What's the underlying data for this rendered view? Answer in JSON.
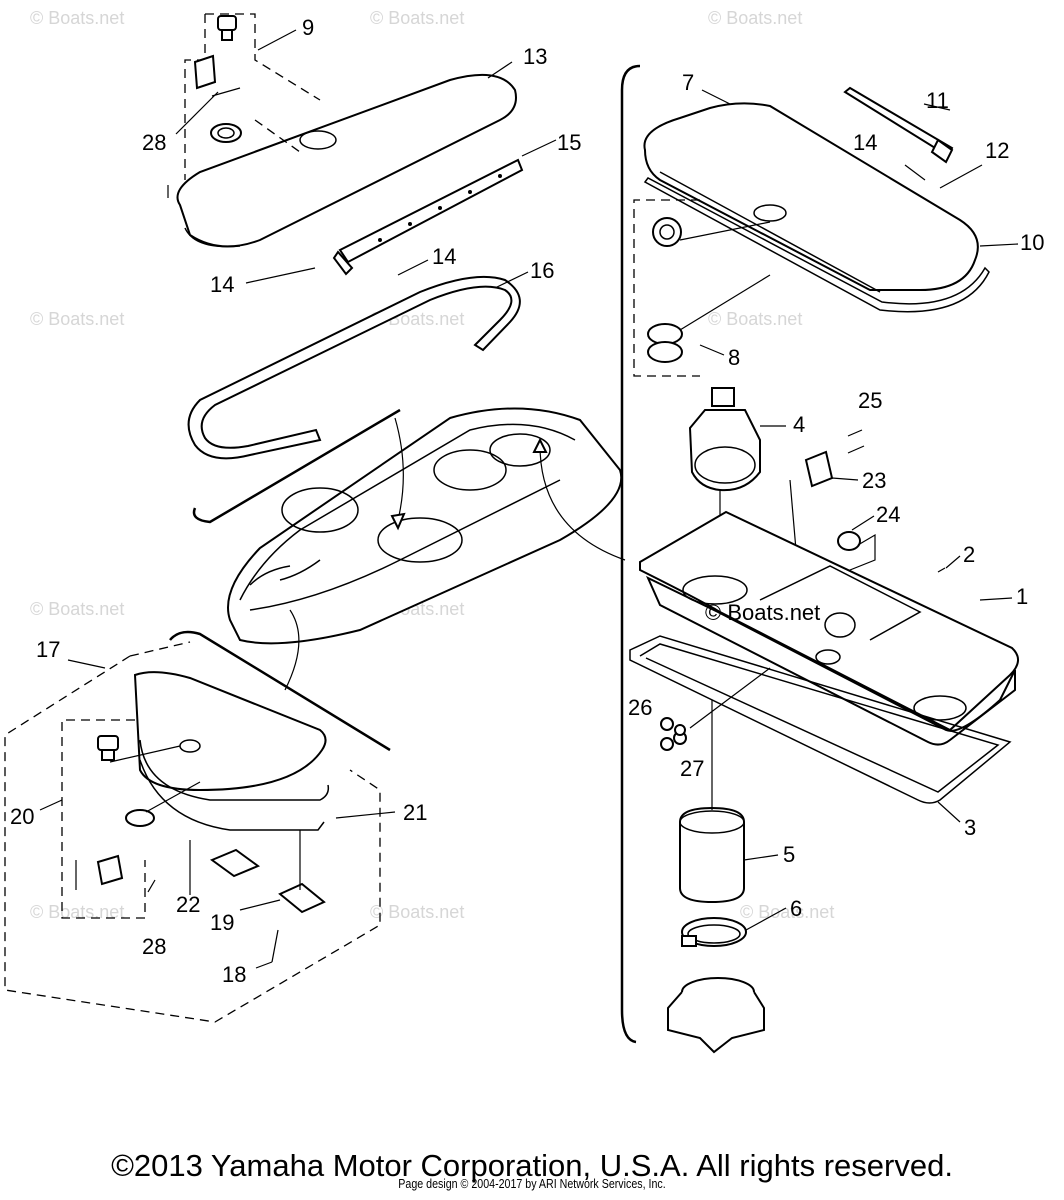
{
  "watermark": {
    "text": "© Boats.net",
    "center_text": "© Boats.net"
  },
  "callouts": {
    "p1": "1",
    "p2": "2",
    "p3": "3",
    "p4": "4",
    "p5": "5",
    "p6": "6",
    "p7": "7",
    "p8": "8",
    "p9": "9",
    "p10": "10",
    "p11": "11",
    "p12": "12",
    "p13": "13",
    "p14a": "14",
    "p14b": "14",
    "p14c": "14",
    "p15": "15",
    "p16": "16",
    "p17": "17",
    "p18": "18",
    "p19": "19",
    "p20": "20",
    "p21": "21",
    "p22": "22",
    "p23": "23",
    "p24": "24",
    "p25": "25",
    "p26": "26",
    "p27": "27",
    "p28a": "28",
    "p28b": "28"
  },
  "footer": {
    "copyright": "©2013 Yamaha Motor Corporation, U.S.A. All rights reserved.",
    "page_design": "Page design © 2004-2017 by ARI Network Services, Inc."
  }
}
